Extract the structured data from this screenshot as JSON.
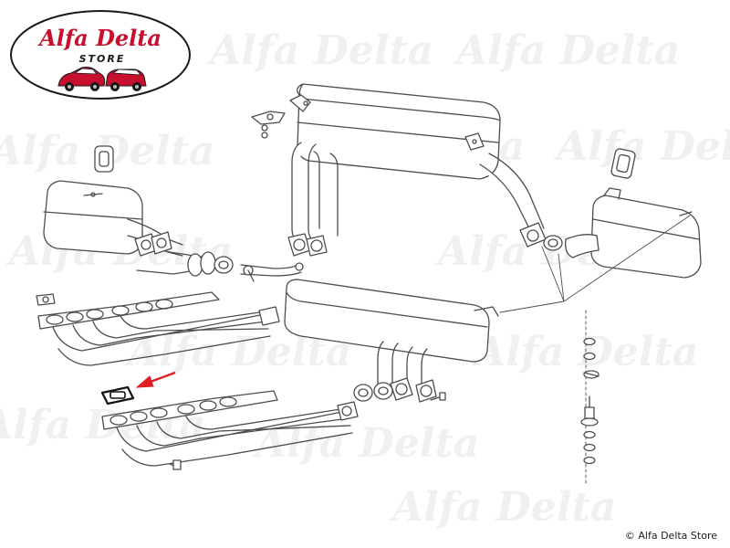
{
  "logo": {
    "title": "Alfa Delta",
    "subtitle": "STORE"
  },
  "watermark": "Alfa Delta",
  "copyright": "© Alfa Delta Store",
  "colors": {
    "logo_red": "#c8102e",
    "arrow_red": "#e02020",
    "line": "#4d4d4d",
    "watermark": "#f1f1f1"
  }
}
